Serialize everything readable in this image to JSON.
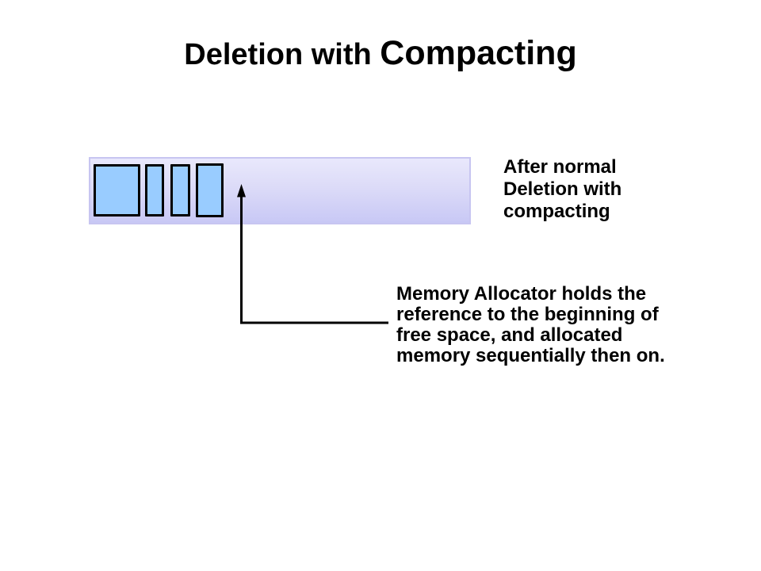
{
  "slide": {
    "title": {
      "regular": "Deletion with ",
      "emphasis": "Compacting"
    },
    "memory_bar": {
      "allocated_blocks_count": 4,
      "block_fill_color": "#99ccff",
      "block_border_color": "#000000",
      "bar_gradient_top": "#e9e8fc",
      "bar_gradient_bottom": "#c8c8f5",
      "bar_border_color": "#c7c5f1"
    },
    "caption": "After normal\nDeletion with\ncompacting",
    "annotation": "Memory Allocator holds the\nreference to the beginning of\nfree space, and allocated\nmemory sequentially then on.",
    "arrow_color": "#000000"
  }
}
